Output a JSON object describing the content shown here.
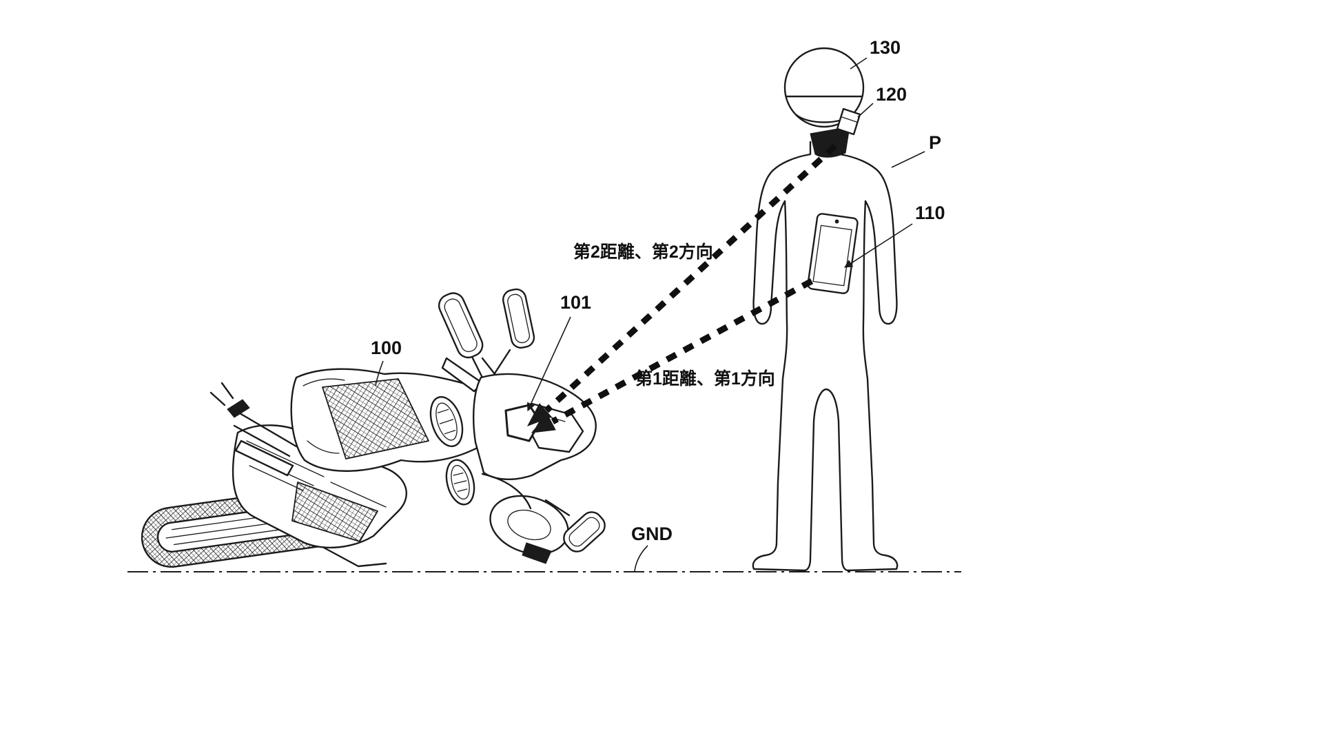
{
  "labels": {
    "ref_100": "100",
    "ref_101": "101",
    "ref_110": "110",
    "ref_120": "120",
    "ref_130": "130",
    "ref_P": "P",
    "ground": "GND",
    "distance_2": "第2距離、第2方向",
    "distance_1": "第1距離、第1方向"
  },
  "colors": {
    "ink": "#1b1b1b",
    "background": "#ffffff"
  }
}
